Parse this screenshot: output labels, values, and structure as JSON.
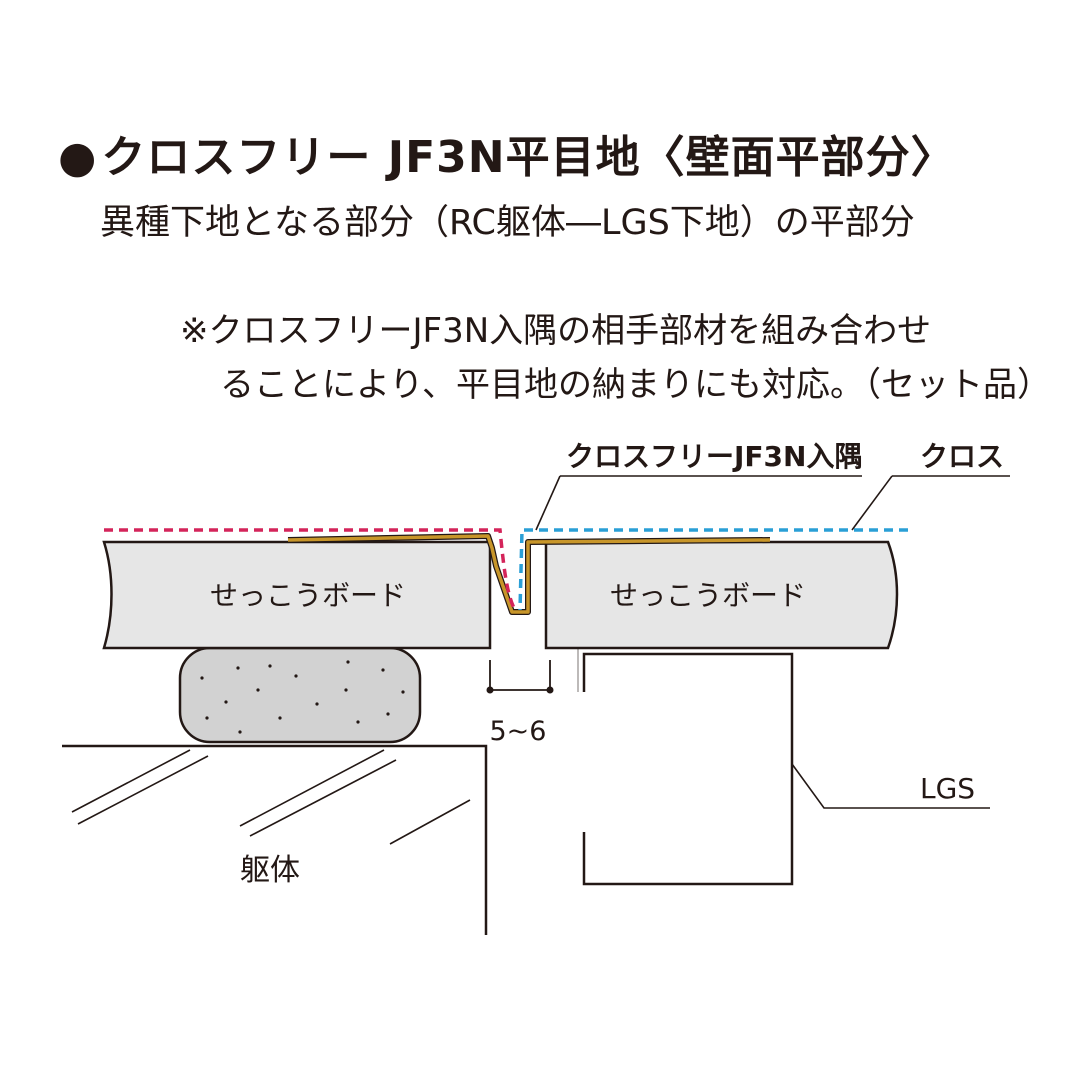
{
  "heading": {
    "bullet": "●",
    "title": "クロスフリー JF3N平目地〈壁面平部分〉",
    "subtitle": "異種下地となる部分（RC躯体―LGS下地）の平部分"
  },
  "note": {
    "line1": "※クロスフリーJF3N入隅の相手部材を組み合わせ",
    "line2": "ることにより、平目地の納まりにも対応。（セット品）"
  },
  "labels": {
    "joint_part": "クロスフリーJF3N入隅",
    "cloth": "クロス",
    "board_left": "せっこうボード",
    "board_right": "せっこうボード",
    "gap_dimension": "5~6",
    "lgs": "LGS",
    "concrete": "躯体"
  },
  "colors": {
    "line": "#231815",
    "board_fill": "#e6e6e6",
    "adhesive_fill": "#d2d2d2",
    "joint_metal": "#c8962a",
    "cloth_left": "#d4245a",
    "cloth_right": "#2a9fd6"
  }
}
